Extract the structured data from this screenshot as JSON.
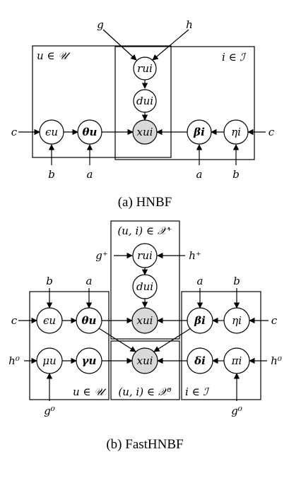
{
  "diagram_a": {
    "caption": "(a)  HNBF",
    "plates": {
      "user": "u ∈ 𝒰",
      "item": "i ∈ ℐ"
    },
    "nodes": {
      "r": "rui",
      "d": "dui",
      "x": "xui",
      "eps": "ϵu",
      "theta": "θu",
      "beta": "βi",
      "eta": "ηi"
    },
    "inputs": {
      "g": "g",
      "h": "h",
      "c_left": "c",
      "c_right": "c",
      "b_left": "b",
      "a_left": "a",
      "a_right": "a",
      "b_right": "b"
    }
  },
  "diagram_b": {
    "caption": "(b)  FastHNBF",
    "plates": {
      "pos": "(u, i) ∈ 𝒳⁺",
      "zero": "(u, i) ∈ 𝒳⁰",
      "user": "u ∈ 𝒰",
      "item": "i ∈ ℐ"
    },
    "nodes": {
      "r": "rui",
      "d": "dui",
      "x_pos": "xui",
      "x_zero": "xui",
      "eps": "ϵu",
      "theta": "θu",
      "mu": "μu",
      "gamma": "γu",
      "beta": "βi",
      "eta": "ηi",
      "delta": "δi",
      "pi": "πi"
    },
    "inputs": {
      "g_plus": "g⁺",
      "h_plus": "h⁺",
      "c_left": "c",
      "c_right": "c",
      "h0_left": "h⁰",
      "h0_right": "h⁰",
      "g0_left": "g⁰",
      "g0_right": "g⁰",
      "b_left": "b",
      "a_left": "a",
      "a_right": "a",
      "b_right": "b"
    }
  }
}
